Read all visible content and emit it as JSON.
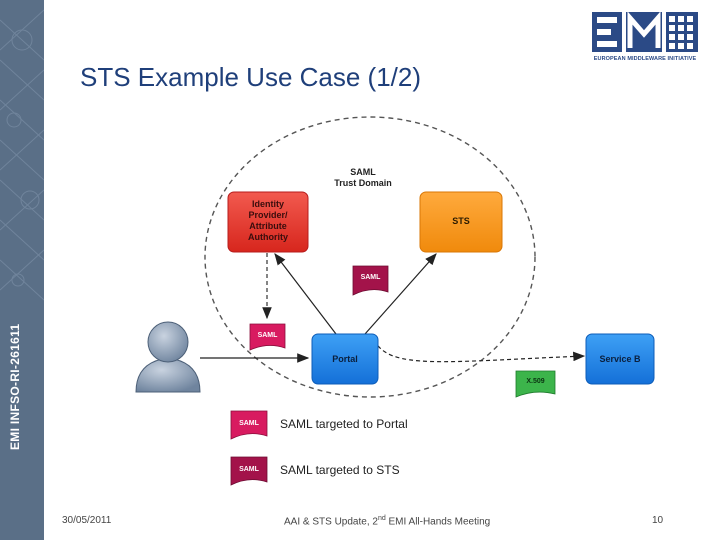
{
  "sidebar": {
    "text": "EMI INFSO-RI-261611"
  },
  "logo": {
    "caption": "EUROPEAN MIDDLEWARE INITIATIVE"
  },
  "title": "STS Example Use Case (1/2)",
  "diagram": {
    "trust_domain_label_line1": "SAML",
    "trust_domain_label_line2": "Trust Domain",
    "idp_label_lines": [
      "Identity",
      "Provider/",
      "Attribute",
      "Authority"
    ],
    "sts_label": "STS",
    "portal_label": "Portal",
    "service_b_label": "Service B",
    "saml_tag_label": "SAML",
    "x509_tag_label": "X.509",
    "colors": {
      "idp": "#e8302a",
      "sts": "#f7941d",
      "portal": "#1e88e5",
      "service_b": "#1e88e5",
      "saml_to_portal": "#d81b60",
      "saml_to_sts": "#a3134a",
      "x509": "#3cb44b"
    }
  },
  "legend": {
    "item1": "SAML targeted to Portal",
    "item2": "SAML targeted to STS"
  },
  "footer": {
    "date": "30/05/2011",
    "center_prefix": "AAI & STS Update, 2",
    "center_sup": "nd",
    "center_suffix": " EMI All-Hands Meeting",
    "page_number": "10"
  }
}
